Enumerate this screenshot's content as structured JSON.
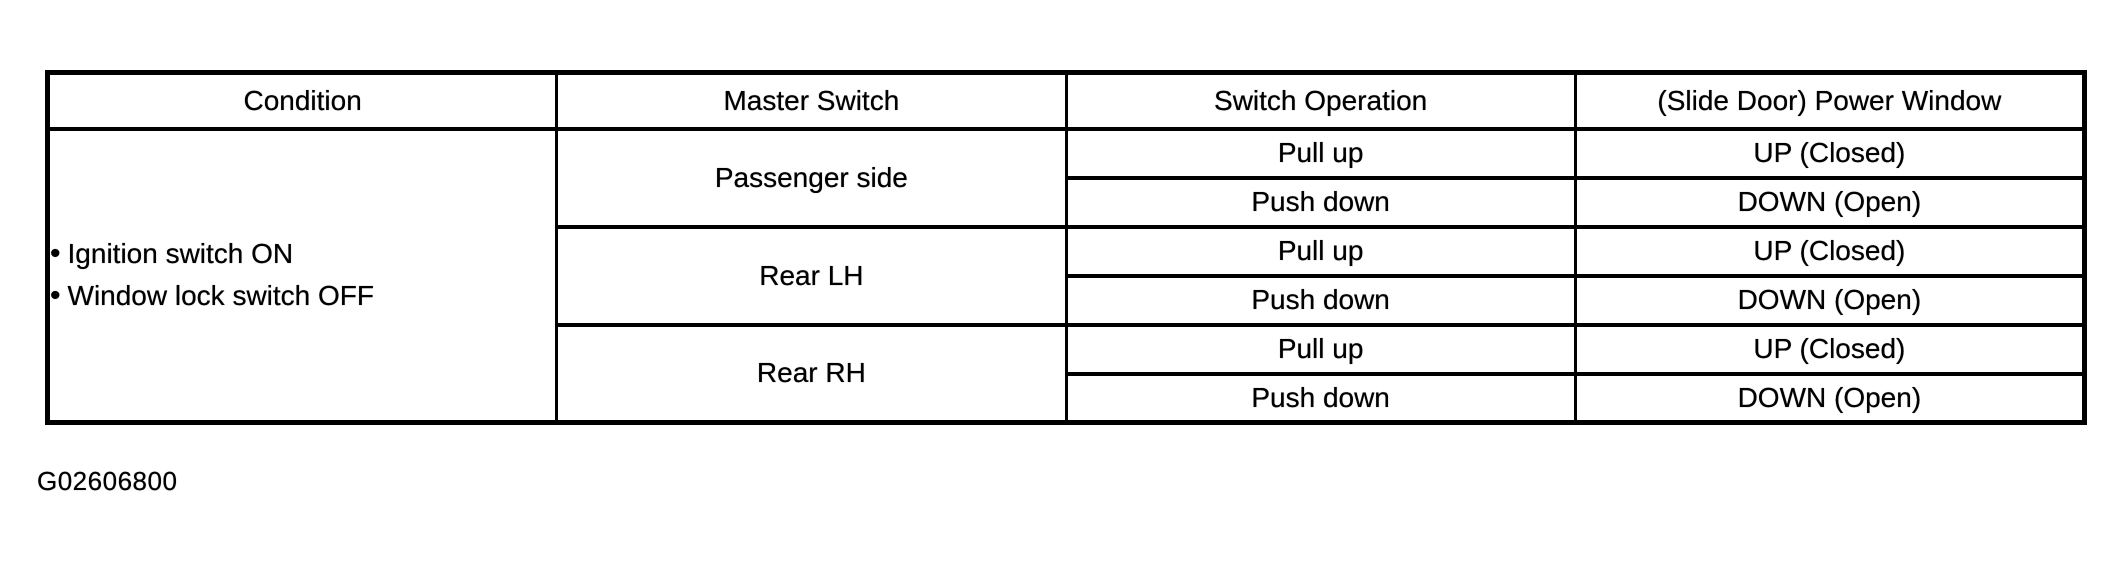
{
  "page": {
    "background_color": "#ffffff",
    "ink_color": "#000000"
  },
  "figure_code": "G02606800",
  "table": {
    "headers": [
      "Condition",
      "Master Switch",
      "Switch Operation",
      "(Slide Door) Power Window"
    ],
    "bullet": "•",
    "condition_items": [
      "Ignition switch ON",
      "Window lock switch OFF"
    ],
    "groups": [
      {
        "master_switch": "Passenger side",
        "rows": [
          {
            "operation": "Pull up",
            "result": "UP (Closed)"
          },
          {
            "operation": "Push down",
            "result": "DOWN (Open)"
          }
        ]
      },
      {
        "master_switch": "Rear LH",
        "rows": [
          {
            "operation": "Pull up",
            "result": "UP (Closed)"
          },
          {
            "operation": "Push down",
            "result": "DOWN (Open)"
          }
        ]
      },
      {
        "master_switch": "Rear RH",
        "rows": [
          {
            "operation": "Pull up",
            "result": "UP (Closed)"
          },
          {
            "operation": "Push down",
            "result": "DOWN (Open)"
          }
        ]
      }
    ]
  }
}
